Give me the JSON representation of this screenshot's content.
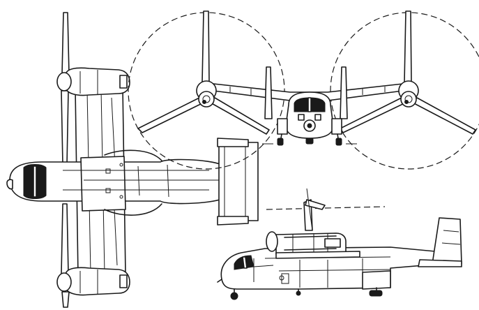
{
  "figure": {
    "views": [
      "top-view",
      "front-view",
      "side-view"
    ],
    "colors": {
      "ink": "#1a1a1a",
      "paper": "#ffffff"
    }
  }
}
